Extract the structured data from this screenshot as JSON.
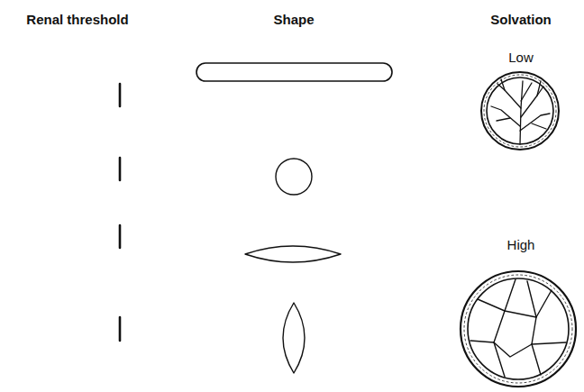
{
  "diagram": {
    "labels": [
      "Renal threshold",
      "Shape",
      "Solvation",
      "Low",
      "High"
    ]
  }
}
